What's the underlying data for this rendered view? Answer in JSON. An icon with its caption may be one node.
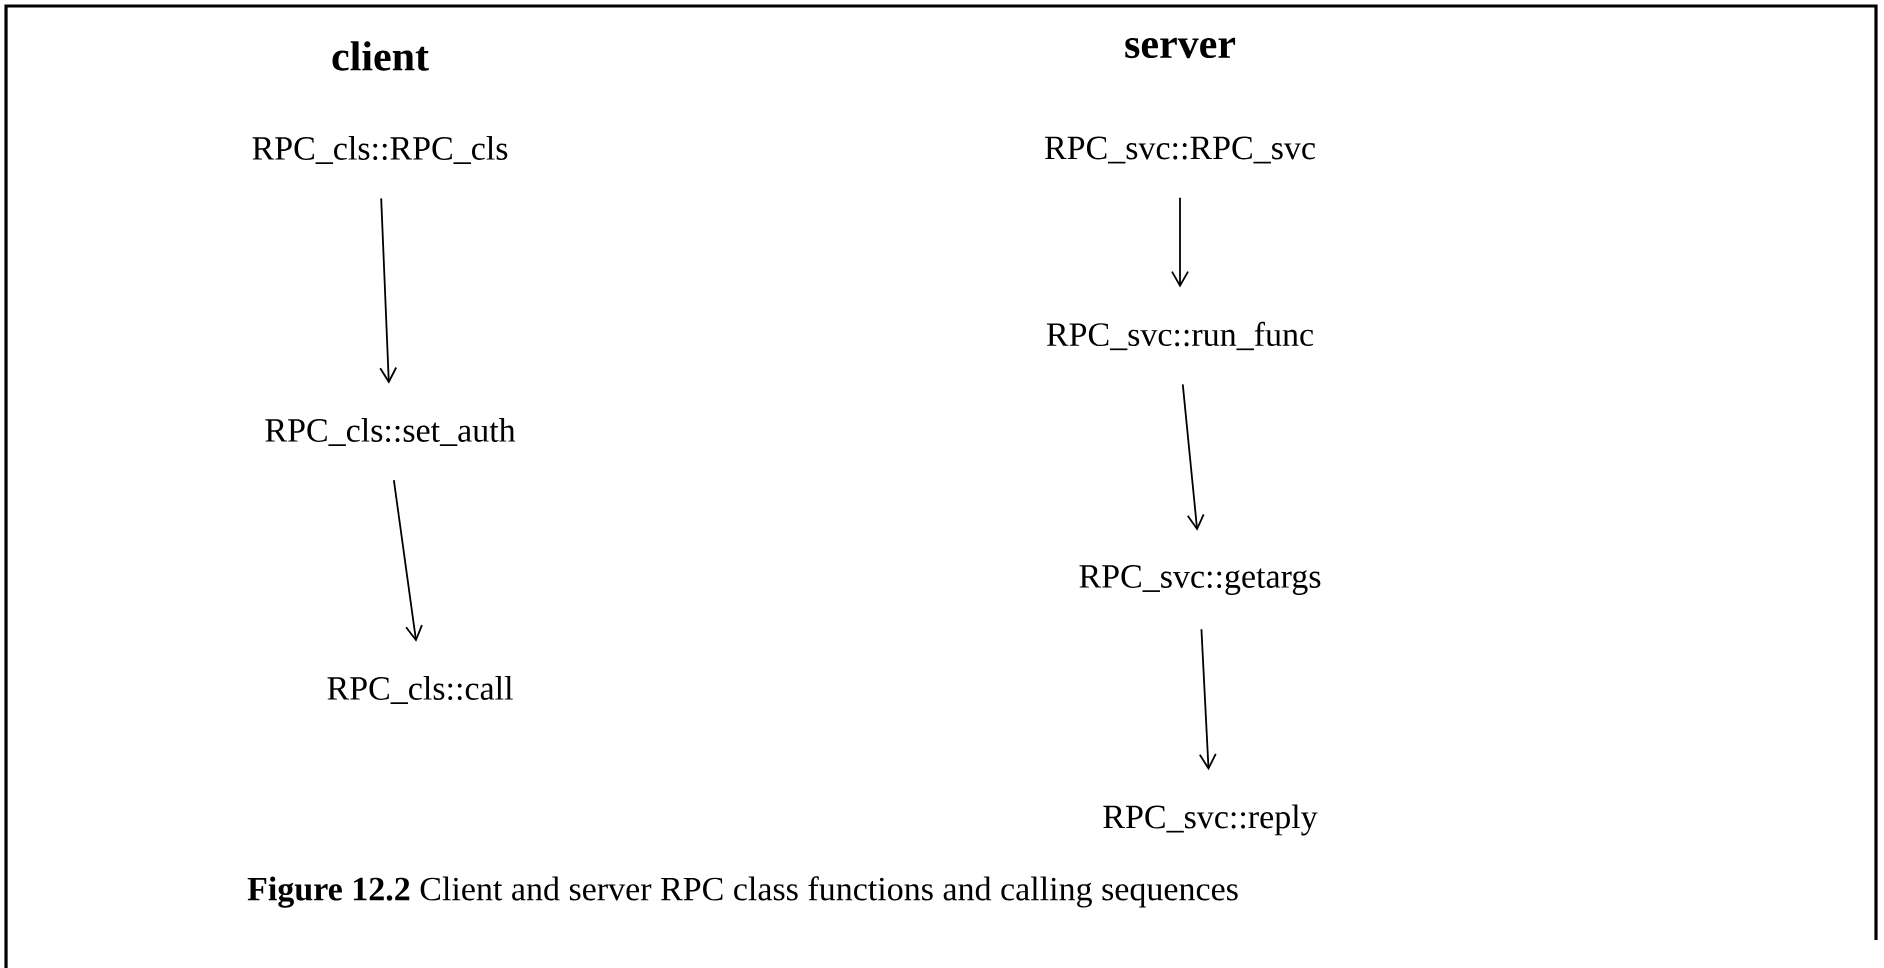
{
  "diagram": {
    "caption": "**Figure 12.2** Client and server RPC class functions and calling sequences",
    "nodes": [
      {
        "text": [
          "RPC_cls::RPC_cls"
        ]
      },
      {
        "text": [
          "RPC_cls::set_auth"
        ]
      },
      {
        "text": [
          "RPC_cls::call"
        ]
      },
      {
        "text": [
          "RPC_svc::RPC_svc"
        ]
      },
      {
        "text": [
          "RPC_svc::run_func"
        ]
      },
      {
        "text": [
          "RPC_svc::getargs"
        ]
      },
      {
        "text": [
          "RPC_svc::reply"
        ]
      }
    ],
    "edges": [
      {
        "from": 0,
        "to": 1,
        "arrow": "to"
      },
      {
        "from": 1,
        "to": 2,
        "arrow": "to"
      },
      {
        "from": 3,
        "to": 4,
        "arrow": "to"
      },
      {
        "from": 4,
        "to": 5,
        "arrow": "to"
      },
      {
        "from": 5,
        "to": 6,
        "arrow": "to"
      }
    ],
    "labels": [
      "client",
      "server"
    ]
  }
}
